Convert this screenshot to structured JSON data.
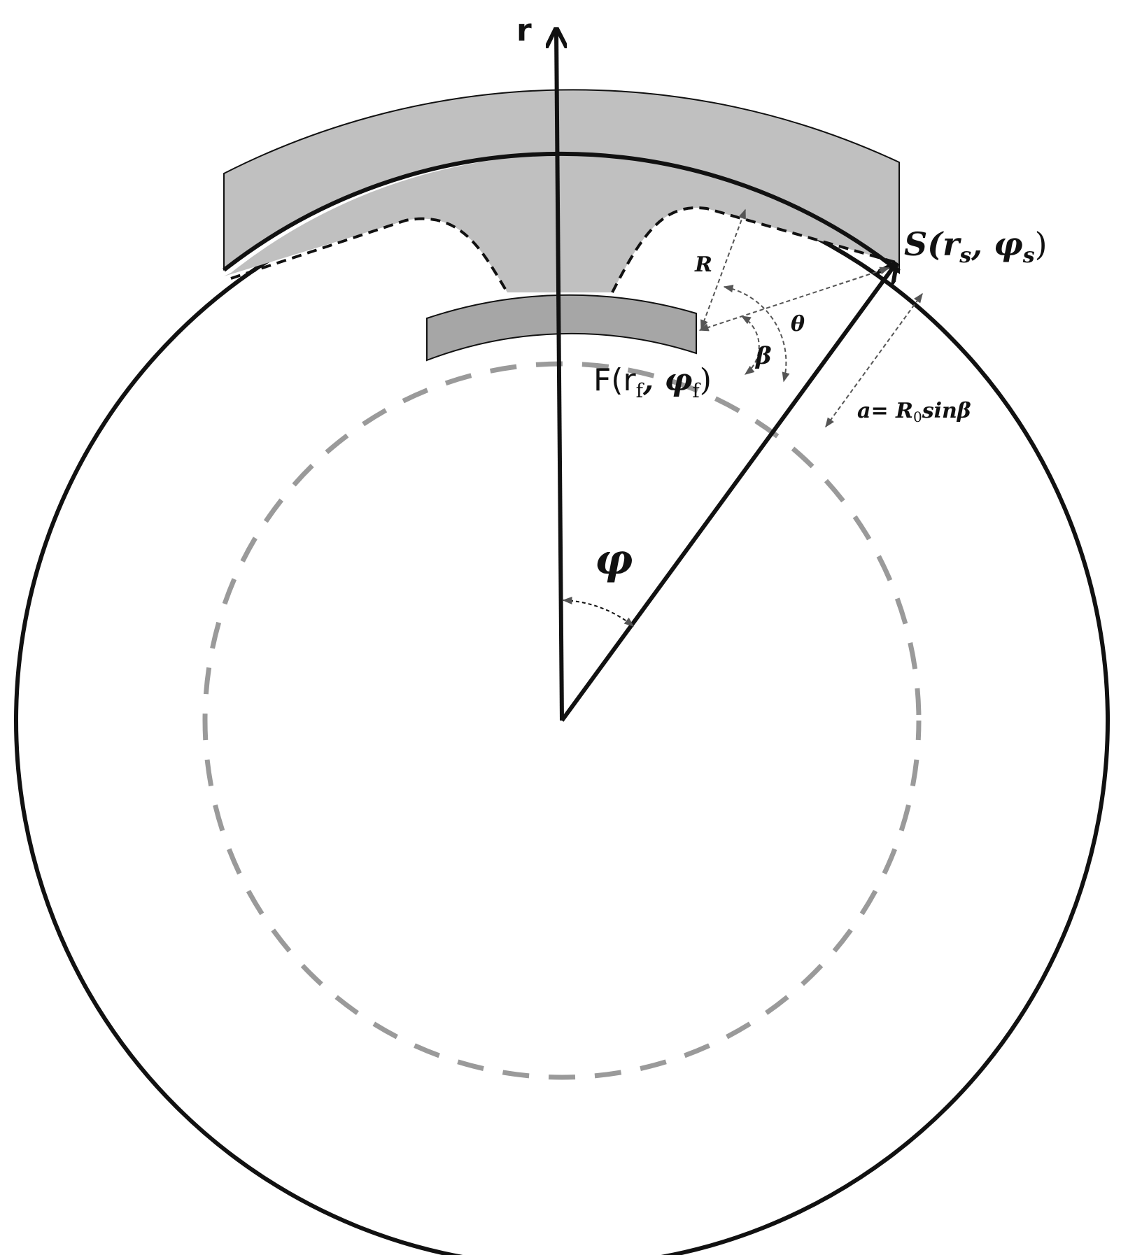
{
  "diagram": {
    "labels": {
      "r_axis": "r",
      "point_s": "S(r",
      "point_s_sub1": "s",
      "point_s_mid": ", φ",
      "point_s_sub2": "s",
      "point_s_end": ")",
      "point_f": "F(r",
      "point_f_sub1": "f",
      "point_f_mid": ", φ",
      "point_f_sub2": "f",
      "point_f_end": ")",
      "R": "R",
      "theta": "θ",
      "beta": "β",
      "phi": "φ",
      "a_eq_prefix": "a= R",
      "a_eq_sub": "0",
      "a_eq_suffix": "sinβ"
    },
    "colors": {
      "outline": "#111111",
      "shoe_fill": "#c0c0c0",
      "pad_fill": "#a6a6a6",
      "dashed_circle": "#9a9a9a",
      "annotation": "#555555",
      "background": "#ffffff"
    }
  }
}
